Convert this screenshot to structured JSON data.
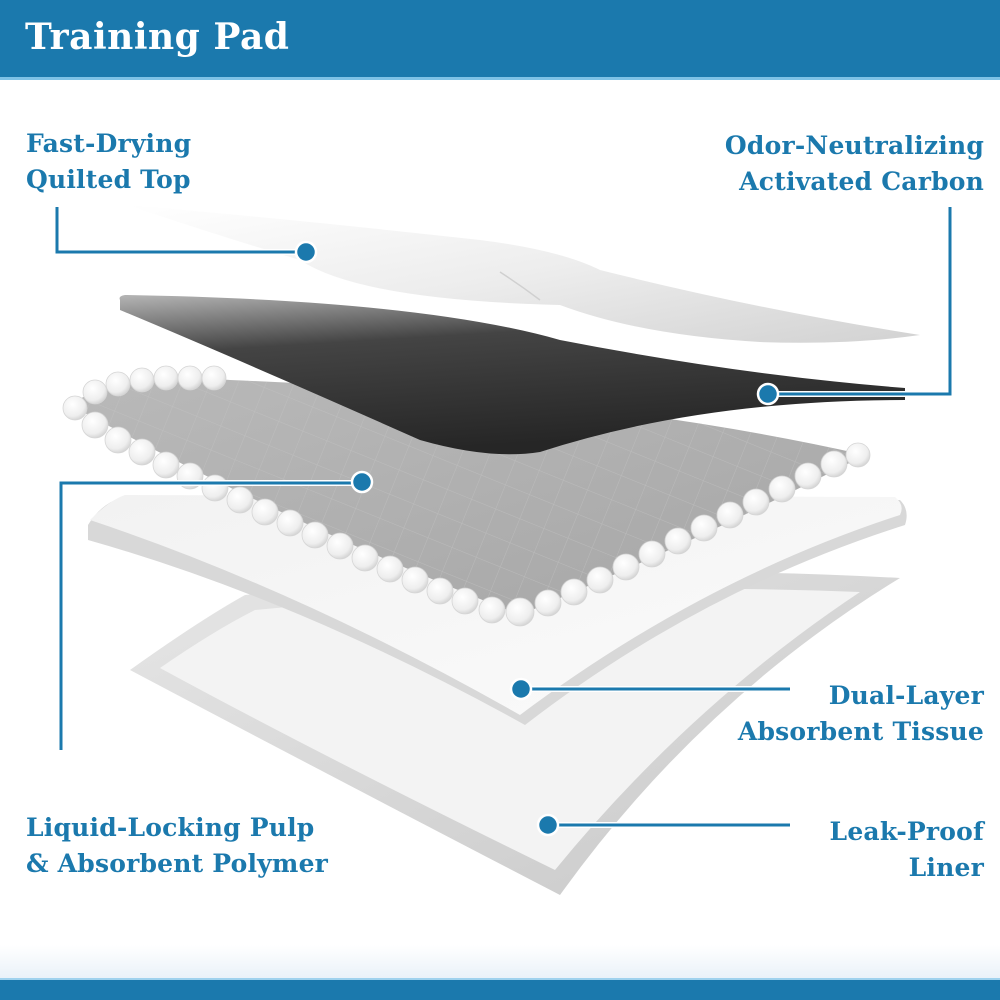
{
  "header": {
    "title": "Training Pad"
  },
  "colors": {
    "brand_blue": "#1b79ad",
    "accent_light_blue": "#7fc2e6",
    "label_text": "#1b79ad",
    "carbon_layer": "#2a2a2a",
    "background": "#ffffff"
  },
  "layers": [
    {
      "id": "top",
      "label_lines": [
        "Fast-Drying",
        "Quilted Top"
      ],
      "side": "left"
    },
    {
      "id": "carbon",
      "label_lines": [
        "Odor-Neutralizing",
        "Activated Carbon"
      ],
      "side": "right"
    },
    {
      "id": "pulp",
      "label_lines": [
        "Liquid-Locking Pulp",
        "& Absorbent Polymer"
      ],
      "side": "left"
    },
    {
      "id": "tissue",
      "label_lines": [
        "Dual-Layer",
        "Absorbent Tissue"
      ],
      "side": "right"
    },
    {
      "id": "liner",
      "label_lines": [
        "Leak-Proof",
        "Liner"
      ],
      "side": "right"
    }
  ]
}
